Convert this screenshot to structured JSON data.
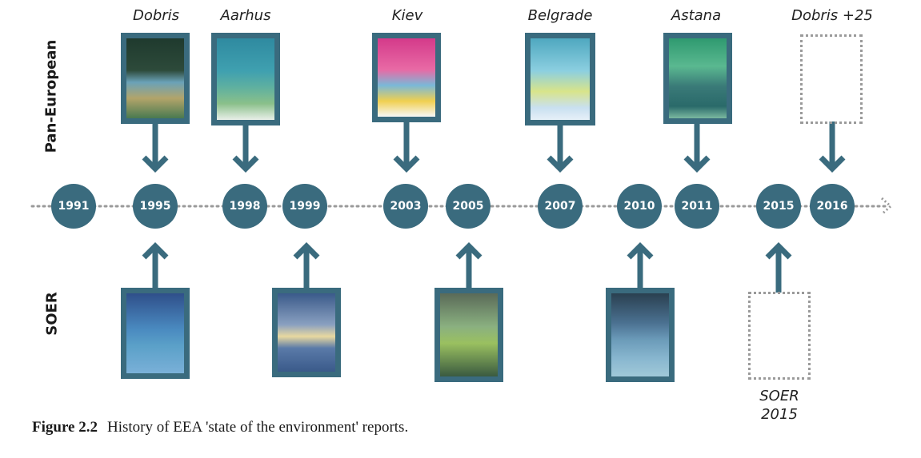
{
  "row_labels": {
    "top": "Pan-European",
    "bottom": "SOER"
  },
  "colors": {
    "accent": "#3a6b7e",
    "dotted": "#9a9a9a"
  },
  "years": [
    "1991",
    "1995",
    "1998",
    "1999",
    "2003",
    "2005",
    "2007",
    "2010",
    "2011",
    "2015",
    "2016"
  ],
  "pan_european": [
    {
      "city": "Dobris",
      "year": "1995",
      "cover": "Dobris assessment cover (Europe's Environment)"
    },
    {
      "city": "Aarhus",
      "year": "1998",
      "cover": "Aarhus report cover"
    },
    {
      "city": "Kiev",
      "year": "2003",
      "cover": "Kiev report cover"
    },
    {
      "city": "Belgrade",
      "year": "2007",
      "cover": "Belgrade report cover"
    },
    {
      "city": "Astana",
      "year": "2011",
      "cover": "Astana report cover"
    },
    {
      "city": "Dobris +25",
      "year": "2016",
      "cover": ""
    }
  ],
  "soer": [
    {
      "year": "1995"
    },
    {
      "year": "1999"
    },
    {
      "year": "2005"
    },
    {
      "year": "2010"
    },
    {
      "year": "2015"
    }
  ],
  "soer_2015_label": {
    "line1": "SOER",
    "line2": "2015"
  },
  "caption": {
    "label": "Figure 2.2",
    "text": "History of EEA 'state of the environment' reports."
  }
}
